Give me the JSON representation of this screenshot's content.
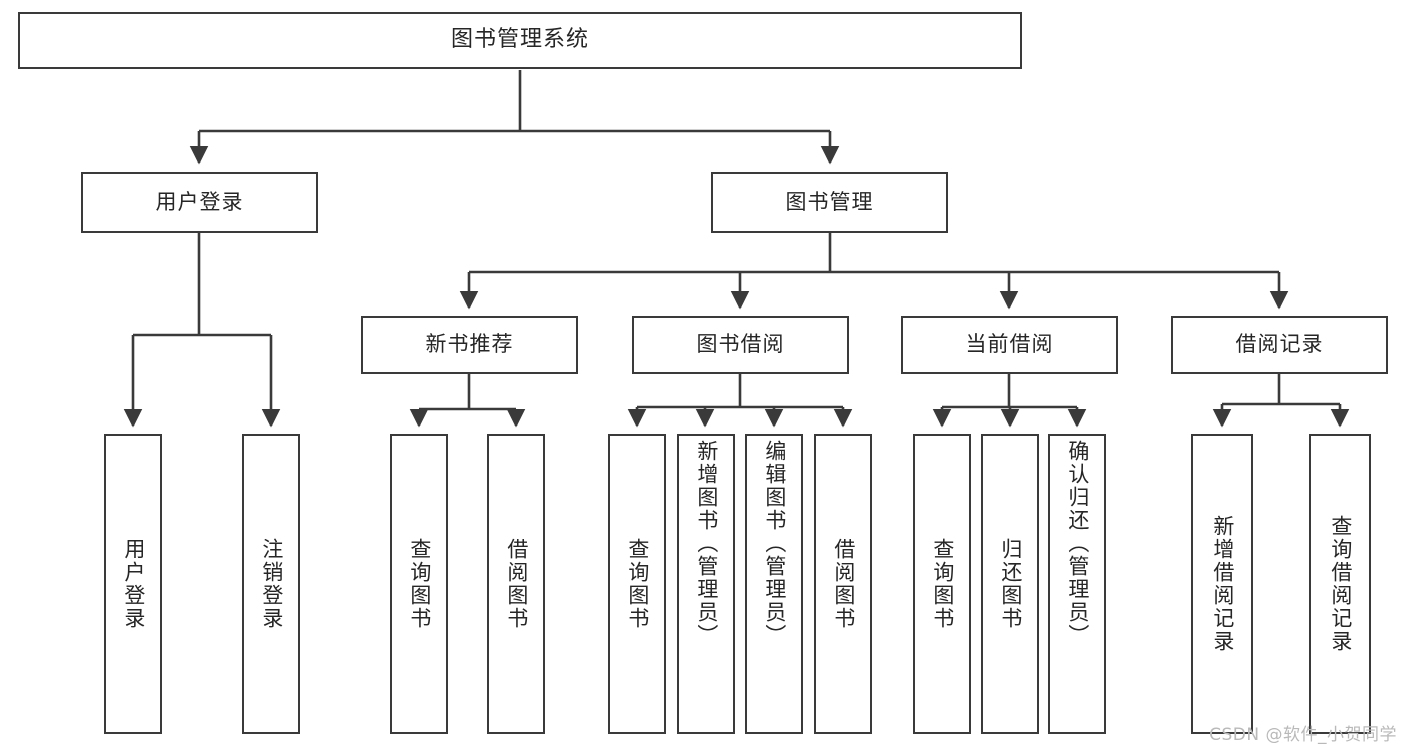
{
  "diagram": {
    "type": "tree",
    "title": "图书管理系统",
    "orientation": "top-down",
    "edge_color": "#3a3a3a",
    "node_border_color": "#3a3a3a",
    "node_fill": "#ffffff",
    "text_color": "#262626"
  },
  "root": {
    "label": "图书管理系统"
  },
  "level1": [
    {
      "label": "用户登录"
    },
    {
      "label": "图书管理"
    }
  ],
  "level2": [
    {
      "label": "新书推荐"
    },
    {
      "label": "图书借阅"
    },
    {
      "label": "当前借阅"
    },
    {
      "label": "借阅记录"
    }
  ],
  "leaves": {
    "user_login": [
      {
        "label": "用户登录"
      },
      {
        "label": "注销登录"
      }
    ],
    "new_book": [
      {
        "label": "查询图书"
      },
      {
        "label": "借阅图书"
      }
    ],
    "book_borrow": [
      {
        "label": "查询图书"
      },
      {
        "label": "新增图书（管理员）"
      },
      {
        "label": "编辑图书（管理员）"
      },
      {
        "label": "借阅图书"
      }
    ],
    "current_borrow": [
      {
        "label": "查询图书"
      },
      {
        "label": "归还图书"
      },
      {
        "label": "确认归还（管理员）"
      }
    ],
    "borrow_record": [
      {
        "label": "新增借阅记录"
      },
      {
        "label": "查询借阅记录"
      }
    ]
  },
  "watermark": {
    "text": "CSDN @软件_小贺同学"
  }
}
